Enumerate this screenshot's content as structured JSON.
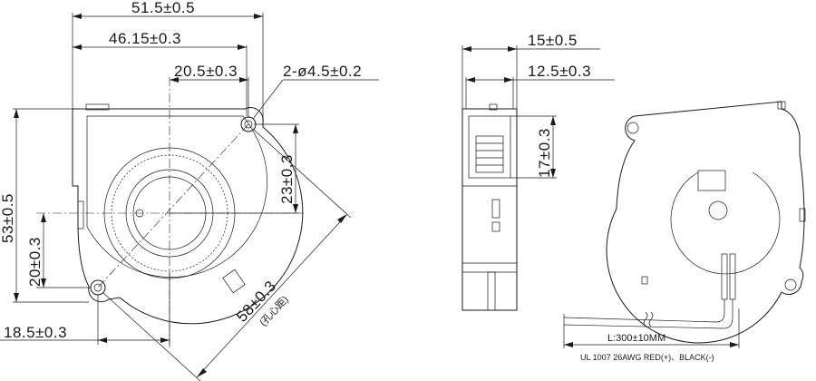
{
  "front_view": {
    "overall_width": "51.5±0.5",
    "outlet_width": "46.15±0.3",
    "hole_offset_x": "20.5±0.3",
    "hole_spec": "2-ø4.5±0.2",
    "overall_height": "53±0.5",
    "hole_offset_y": "23±0.3",
    "center_to_bottom": "20±0.3",
    "bottom_hole_offset_x": "18.5±0.3",
    "hole_spacing": "58±0.3",
    "hole_spacing_note": "(孔心距)"
  },
  "side_view": {
    "overall_depth": "15±0.5",
    "body_depth": "12.5±0.3",
    "outlet_height": "17±0.3"
  },
  "rear_view": {
    "cable_length": "L:300±10MM",
    "cable_spec": "UL 1007 26AWG RED(+)、BLACK(-)"
  }
}
